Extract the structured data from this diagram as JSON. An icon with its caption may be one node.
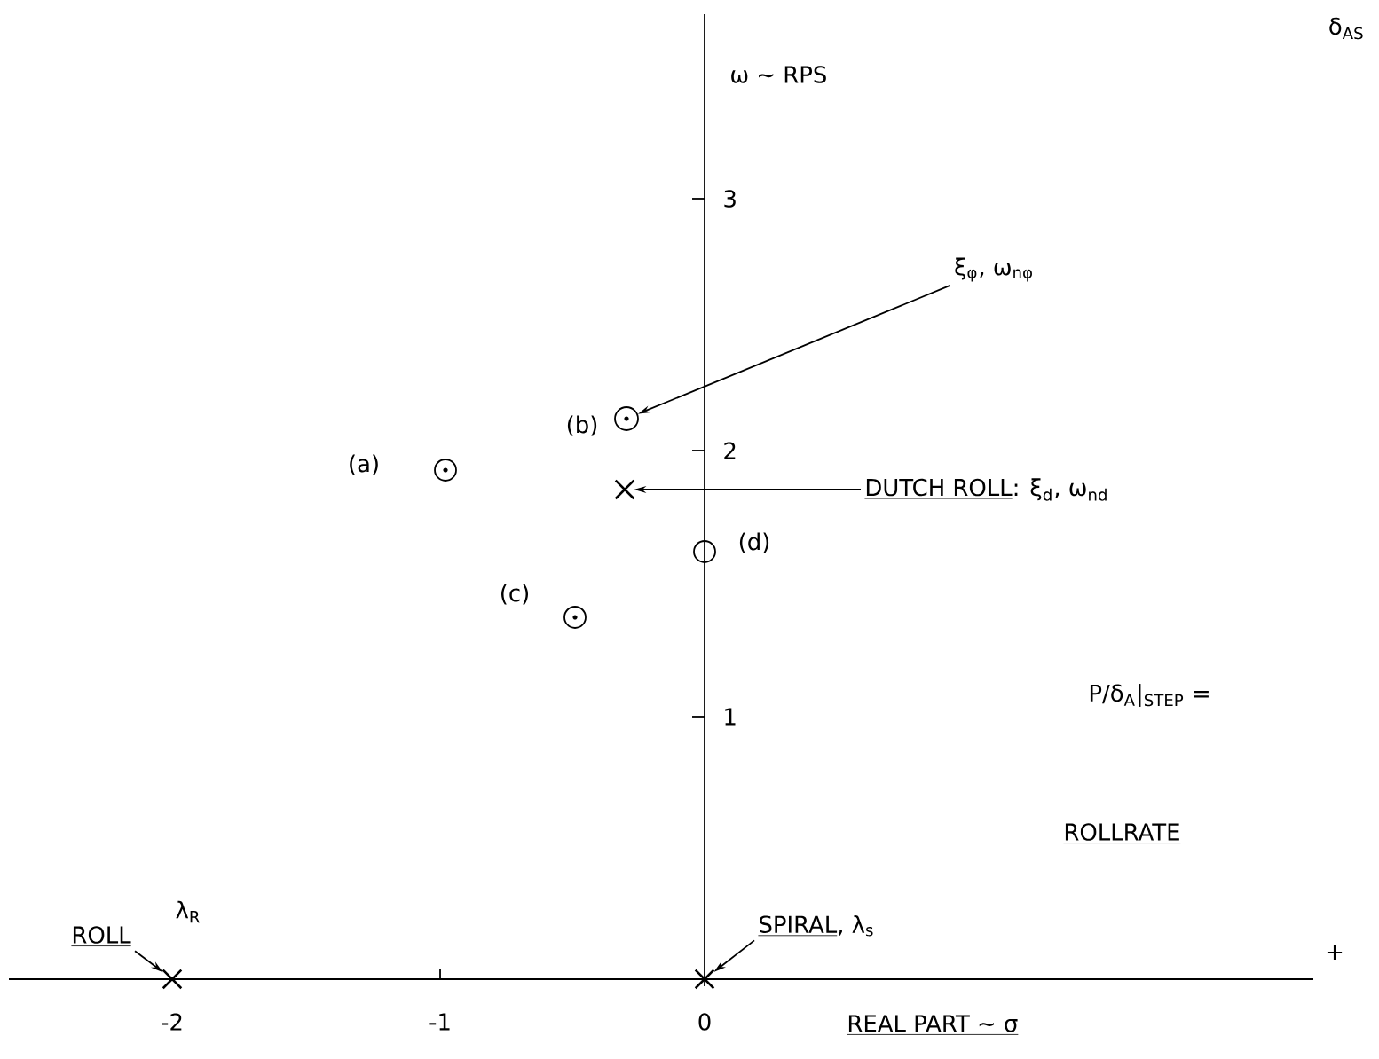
{
  "diagram": {
    "nodes": [
      {
        "text": [
          "ξ$_{φ}$, ω$_{nφ}$"
        ]
      },
      {
        "text": [],
        "shape": "circle"
      },
      {
        "text": [
          "DUTCH ROLL",
          ": ξ$_{d}$, ω$_{nd}$"
        ]
      },
      {
        "text": [],
        "shape": "cross"
      },
      {
        "text": [
          "ROLL"
        ]
      },
      {
        "text": [],
        "shape": "cross"
      },
      {
        "text": [
          "SPIRAL",
          ", λ$_{s}$"
        ]
      },
      {
        "text": [],
        "shape": "cross"
      }
    ],
    "edges": [
      {
        "from": 0,
        "to": 1,
        "arrow": "to"
      },
      {
        "from": 2,
        "to": 3,
        "arrow": "to"
      },
      {
        "from": 4,
        "to": 5,
        "arrow": "to"
      },
      {
        "from": 6,
        "to": 7,
        "arrow": "to"
      }
    ],
    "labels": [
      "δ$_{AS}$",
      "ω ∼ RPS",
      "3",
      "2",
      "1",
      "(a)",
      "(b)",
      "(c)",
      "(d)",
      "P/δ$_{A}$|$_{STEP}$ =",
      "ROLLRATE",
      "λ$_{R}$",
      "+",
      "-2",
      "-1",
      "0",
      "REAL PART ∼ σ"
    ]
  }
}
